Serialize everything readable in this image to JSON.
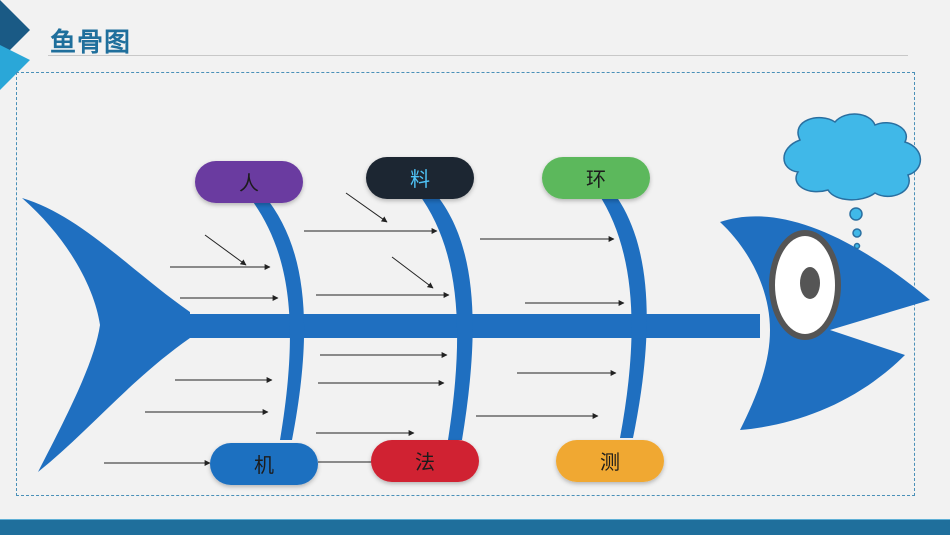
{
  "title": "鱼骨图",
  "categories": [
    {
      "id": "ren",
      "label": "人",
      "color": "#6a3aa0",
      "text_color": "#1a1a1a"
    },
    {
      "id": "liao",
      "label": "料",
      "color": "#1e2733",
      "text_color": "#4fc3f7"
    },
    {
      "id": "huan",
      "label": "环",
      "color": "#5cb85c",
      "text_color": "#1a1a1a"
    },
    {
      "id": "ji",
      "label": "机",
      "color": "#1f6fc0",
      "text_color": "#1a1a1a"
    },
    {
      "id": "fa",
      "label": "法",
      "color": "#d02030",
      "text_color": "#1a1a1a"
    },
    {
      "id": "ce",
      "label": "测",
      "color": "#f0a830",
      "text_color": "#1a1a1a"
    }
  ],
  "colors": {
    "fish": "#1f6fc0",
    "accent": "#1f6f9c",
    "cloud": "#40b8e8"
  }
}
